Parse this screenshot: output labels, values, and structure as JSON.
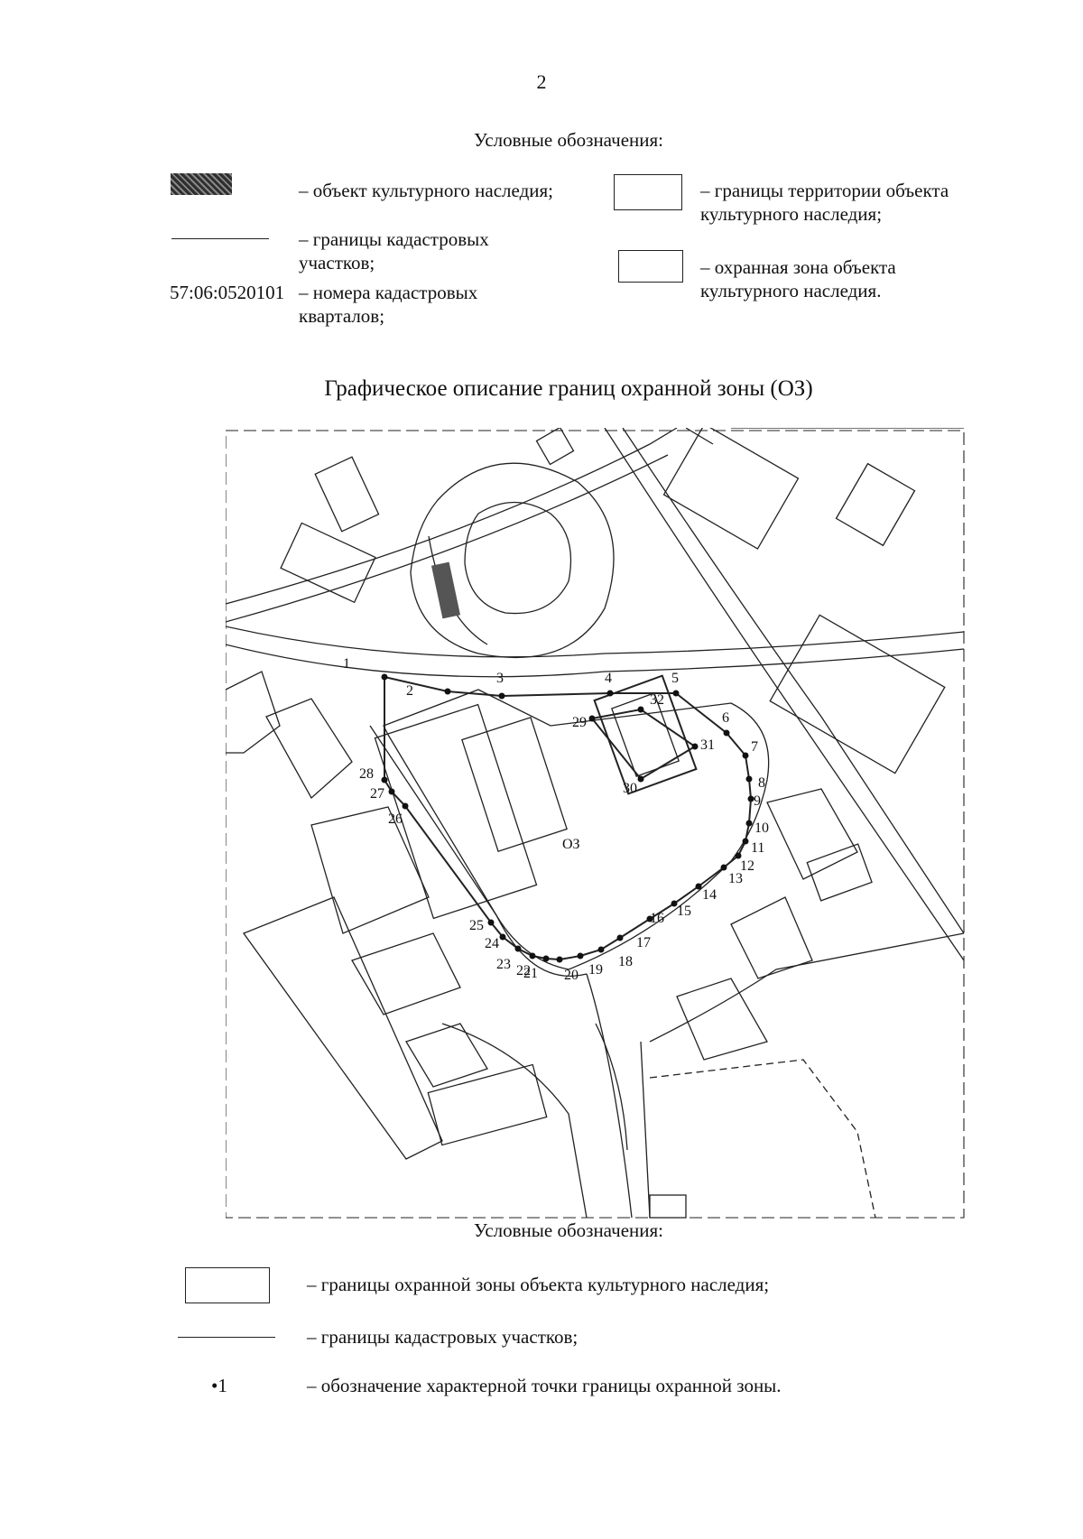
{
  "page_number": "2",
  "legend_top": {
    "title": "Условные обозначения:",
    "heritage_object": "– объект культурного наследия;",
    "cadastral_bounds_1": "– границы кадастровых",
    "cadastral_bounds_2": "участков;",
    "quarter_code": "57:06:0520101",
    "quarter_numbers_1": "– номера кадастровых",
    "quarter_numbers_2": "кварталов;",
    "territory_bounds_1": "– границы территории объекта",
    "territory_bounds_2": "культурного наследия;",
    "protection_zone_1": "– охранная зона объекта",
    "protection_zone_2": "культурного наследия."
  },
  "map_title": "Графическое описание границ охранной зоны (ОЗ)",
  "map": {
    "zone_label": "ОЗ",
    "points": [
      {
        "n": "1"
      },
      {
        "n": "2"
      },
      {
        "n": "3"
      },
      {
        "n": "4"
      },
      {
        "n": "5"
      },
      {
        "n": "6"
      },
      {
        "n": "7"
      },
      {
        "n": "8"
      },
      {
        "n": "9"
      },
      {
        "n": "10"
      },
      {
        "n": "11"
      },
      {
        "n": "12"
      },
      {
        "n": "13"
      },
      {
        "n": "14"
      },
      {
        "n": "15"
      },
      {
        "n": "16"
      },
      {
        "n": "17"
      },
      {
        "n": "18"
      },
      {
        "n": "19"
      },
      {
        "n": "20"
      },
      {
        "n": "21"
      },
      {
        "n": "22"
      },
      {
        "n": "23"
      },
      {
        "n": "24"
      },
      {
        "n": "25"
      },
      {
        "n": "26"
      },
      {
        "n": "27"
      },
      {
        "n": "28"
      },
      {
        "n": "29"
      },
      {
        "n": "30"
      },
      {
        "n": "31"
      },
      {
        "n": "32"
      }
    ],
    "colors": {
      "line": "#222222",
      "hatch": "#333333",
      "background": "#ffffff"
    }
  },
  "legend_bottom": {
    "title": "Условные обозначения:",
    "zone_bounds": "– границы охранной зоны объекта культурного наследия;",
    "cadastral_bounds": "– границы кадастровых участков;",
    "point_symbol": "•1",
    "point_desc": "– обозначение характерной точки границы охранной зоны."
  }
}
